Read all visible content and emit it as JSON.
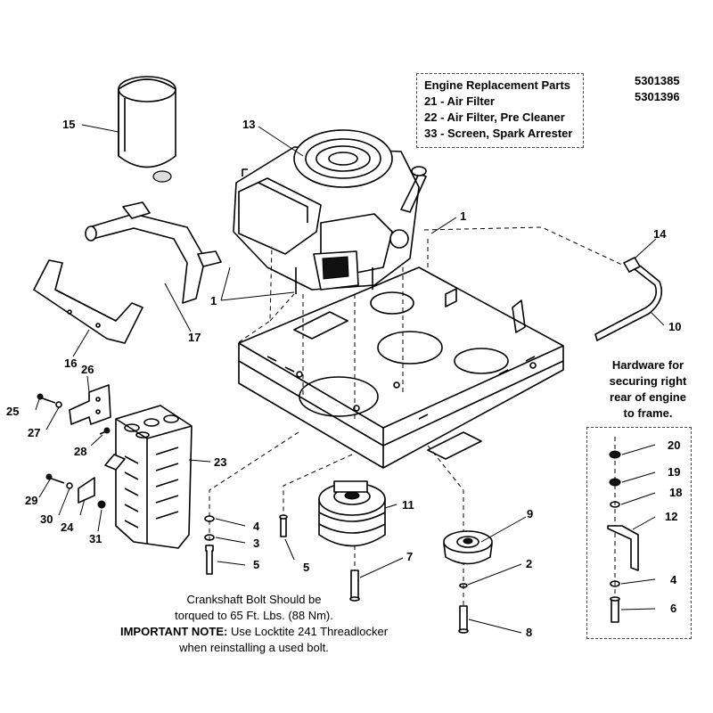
{
  "parts_box": {
    "title": "Engine Replacement Parts",
    "lines": [
      "21 - Air Filter",
      "22 - Air Filter, Pre Cleaner",
      "33 - Screen, Spark Arrester"
    ]
  },
  "part_numbers": [
    "5301385",
    "5301396"
  ],
  "hardware_note": {
    "lines": [
      "Hardware for",
      "securing  right",
      "rear of engine",
      "to frame."
    ]
  },
  "torque_note": {
    "line1": "Crankshaft Bolt Should be",
    "line2": "torqued to 65 Ft. Lbs. (88 Nm).",
    "important_label": "IMPORTANT NOTE:",
    "line3": "Use Locktite 241 Threadlocker",
    "line4": "when reinstalling a used bolt."
  },
  "callouts": {
    "c15": "15",
    "c13": "13",
    "c1a": "1",
    "c1b": "1",
    "c14": "14",
    "c10": "10",
    "c17": "17",
    "c16": "16",
    "c26": "26",
    "c25": "25",
    "c27": "27",
    "c28": "28",
    "c23": "23",
    "c29": "29",
    "c30": "30",
    "c24": "24",
    "c31": "31",
    "c11": "11",
    "c9": "9",
    "c4a": "4",
    "c3": "3",
    "c5a": "5",
    "c5b": "5",
    "c7": "7",
    "c2": "2",
    "c8": "8",
    "c20": "20",
    "c19": "19",
    "c18": "18",
    "c12": "12",
    "c4b": "4",
    "c6": "6"
  }
}
